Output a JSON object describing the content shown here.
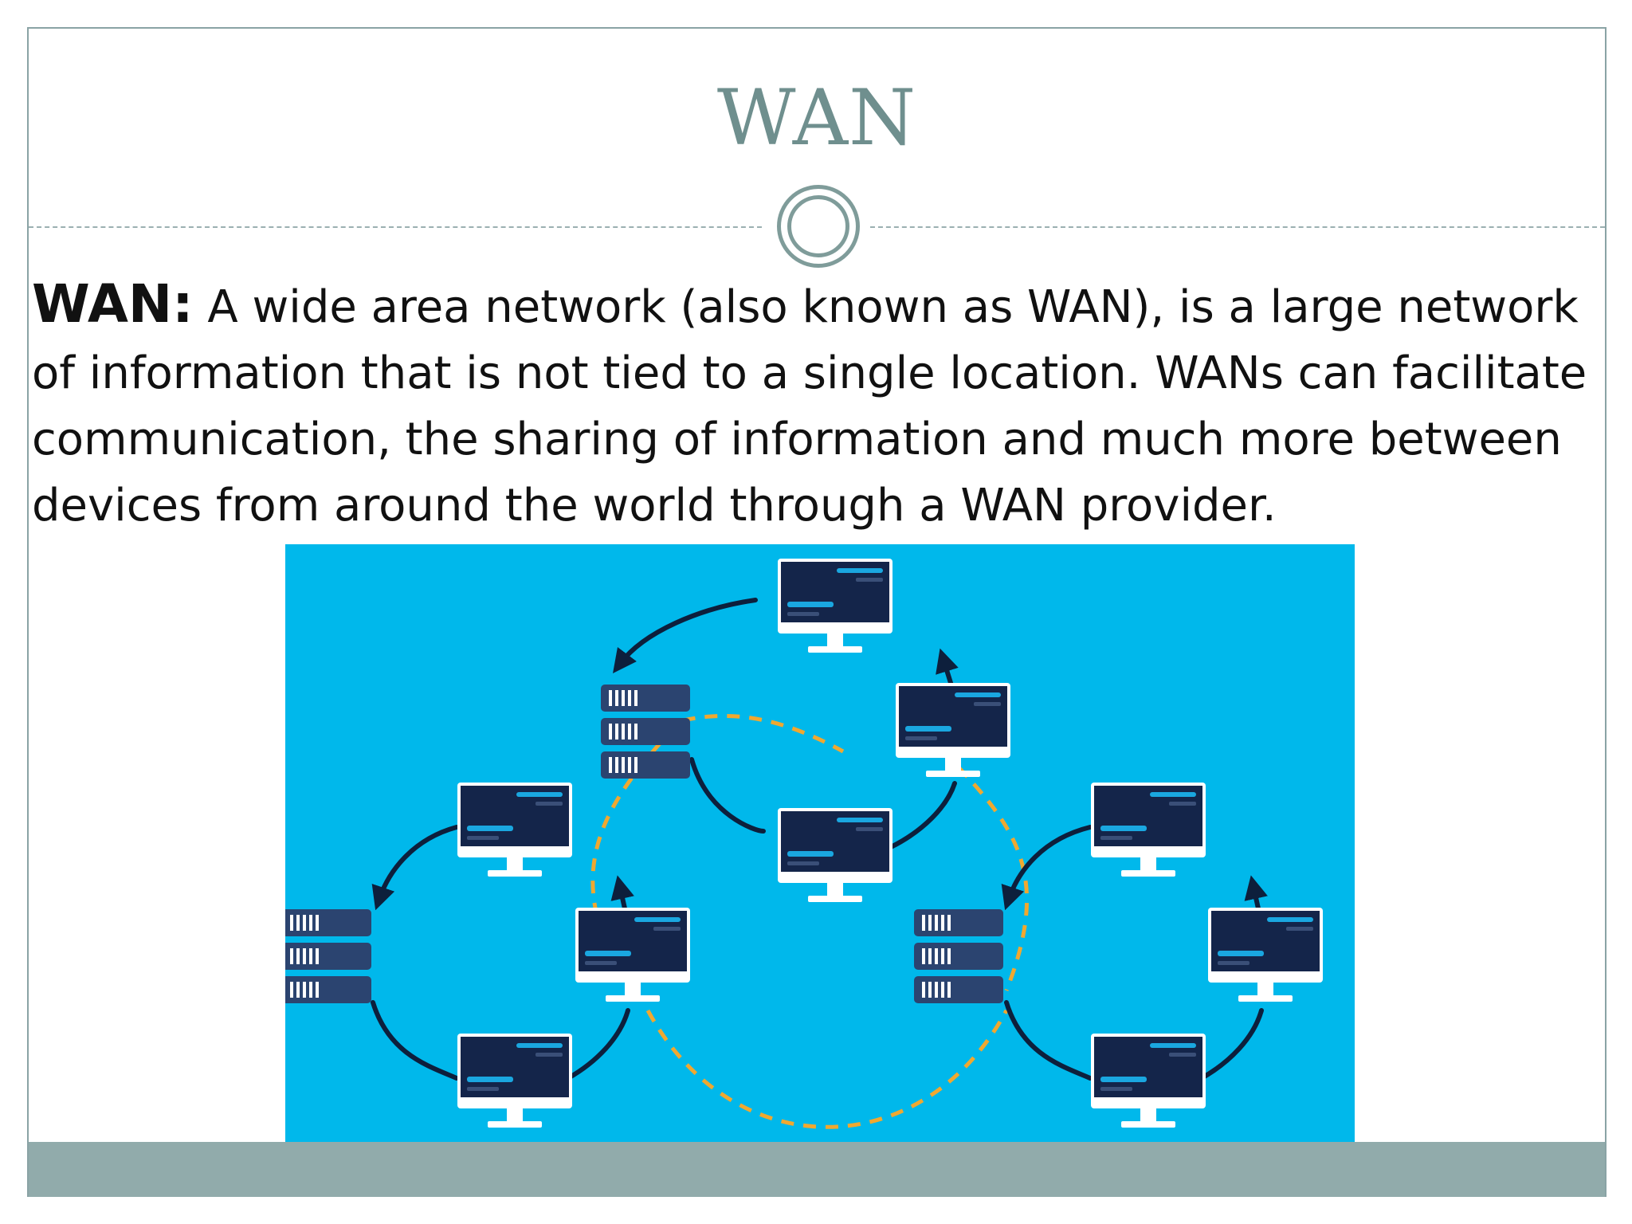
{
  "slide": {
    "title": "WAN",
    "body_term": "WAN:",
    "body_text": " A wide area network (also known as WAN), is a large network of information that is not tied to a single location. WANs can facilitate communication, the sharing of information and much more between devices from around the world through a WAN provider."
  },
  "illustration": {
    "background_color": "#00b8eb",
    "monitor_color": "#14254a",
    "accent_color": "#1aa7e0",
    "ring_link_color": "#0d1f3c",
    "wan_link_color": "#f0a830",
    "nodes": [
      "server-rack",
      "monitor",
      "monitor",
      "monitor",
      "server-rack",
      "monitor",
      "monitor",
      "monitor",
      "server-rack",
      "monitor",
      "monitor",
      "monitor"
    ]
  },
  "theme": {
    "title_color": "#6f8f8e",
    "footer_color": "#91abab"
  }
}
